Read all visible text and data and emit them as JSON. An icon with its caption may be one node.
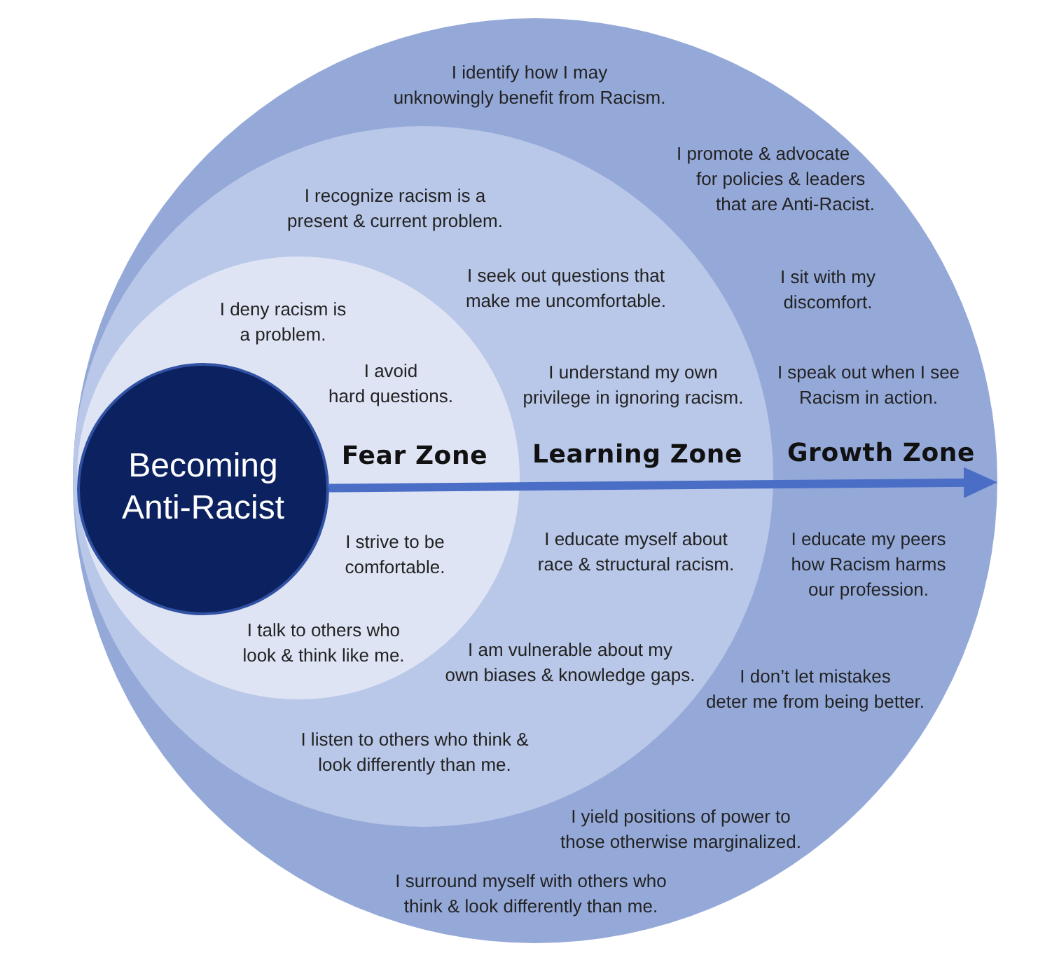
{
  "diagram": {
    "nodes": [
      {
        "text": [
          "Growth Zone",
          "I identify how I may unknowingly benefit from Racism.",
          "I promote & advocate for policies & leaders that are Anti-Racist.",
          "I sit with my discomfort.",
          "I speak out when I see Racism in action.",
          "I educate my peers how Racism harms our profession.",
          "I don’t let mistakes deter me from being better.",
          "I yield positions of power to those otherwise marginalized.",
          "I surround myself with others who think & look differently than me."
        ]
      },
      {
        "text": [
          "Learning Zone",
          "I recognize racism is a present & current problem.",
          "I seek out questions that make me uncomfortable.",
          "I understand my own privilege in ignoring racism.",
          "I educate myself about race & structural racism.",
          "I am vulnerable about my own biases & knowledge gaps.",
          "I listen to others who think & look differently than me."
        ],
        "in": 0
      },
      {
        "text": [
          "Fear Zone",
          "I deny racism is a problem.",
          "I avoid hard questions.",
          "I strive to be comfortable.",
          "I talk to others who look & think like me."
        ],
        "in": 1
      },
      {
        "text": [
          "Becoming Anti-Racist"
        ],
        "in": 2
      }
    ],
    "edges": [
      {
        "from": 3,
        "to": 0,
        "arrow": "to"
      }
    ]
  }
}
